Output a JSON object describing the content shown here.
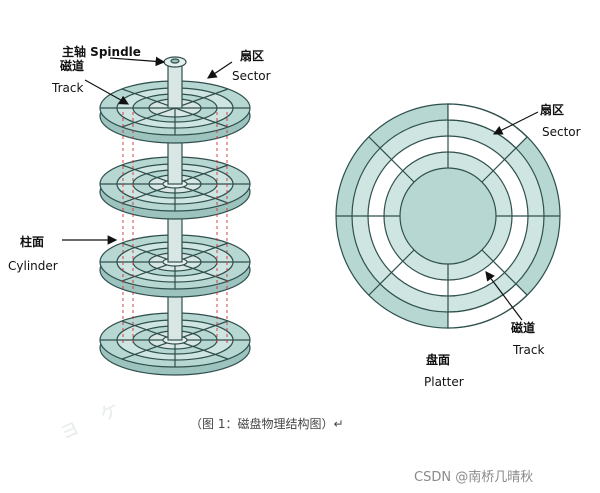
{
  "labels": {
    "spindle": "主轴 Spindle",
    "track_left_cn": "磁道",
    "track_left_en": "Track",
    "sector_left_cn": "扇区",
    "sector_left_en": "Sector",
    "cylinder_cn": "柱面",
    "cylinder_en": "Cylinder",
    "sector_right_cn": "扇区",
    "sector_right_en": "Sector",
    "track_right_cn": "磁道",
    "track_right_en": "Track",
    "platter_cn": "盘面",
    "platter_en": "Platter"
  },
  "caption": "（图 1：磁盘物理结构图）↵",
  "watermark": "CSDN @南桥几晴秋",
  "colors": {
    "platter_fill": "#b7d7d3",
    "platter_stroke": "#2f4f4d",
    "spindle_fill": "#d8e6e4",
    "cylinder_dash": "#cc3333",
    "sector_highlight": "#ffffff"
  }
}
